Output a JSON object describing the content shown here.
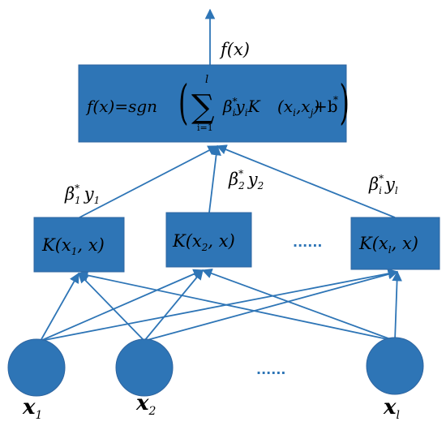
{
  "output": {
    "label": "f(x)",
    "formula": "f(x) = sgn( Σ_{i=1}^{l} β_i^* y_i K(x_i, x_j) + b^* )",
    "formula_parts": {
      "lhs": "f(x) = sgn",
      "sum": "∑",
      "sum_top": "l",
      "sum_bottom": "i=1",
      "term": "βᵢ* yᵢ K(xᵢ, xⱼ) + b*"
    }
  },
  "weights": [
    {
      "beta": "β",
      "sup": "*",
      "sub": "1",
      "y": "y",
      "ysub": "1"
    },
    {
      "beta": "β",
      "sup": "*",
      "sub": "2",
      "y": "y",
      "ysub": "2"
    },
    {
      "beta": "β",
      "sup": "*",
      "sub": "i",
      "y": "y",
      "ysub": "l"
    }
  ],
  "kernels": [
    {
      "name": "K",
      "arg": "x",
      "sub": "1",
      "arg2": "x"
    },
    {
      "name": "K",
      "arg": "x",
      "sub": "2",
      "arg2": "x"
    },
    {
      "name": "K",
      "arg": "x",
      "sub": "l",
      "arg2": "x"
    }
  ],
  "kernel_ellipsis": "......",
  "inputs": [
    {
      "name": "x",
      "sub": "1"
    },
    {
      "name": "x",
      "sub": "2"
    },
    {
      "name": "x",
      "sub": "l"
    }
  ],
  "input_ellipsis": "......",
  "colors": {
    "primary": "#2e75b6",
    "text": "#000000",
    "background": "#ffffff"
  }
}
